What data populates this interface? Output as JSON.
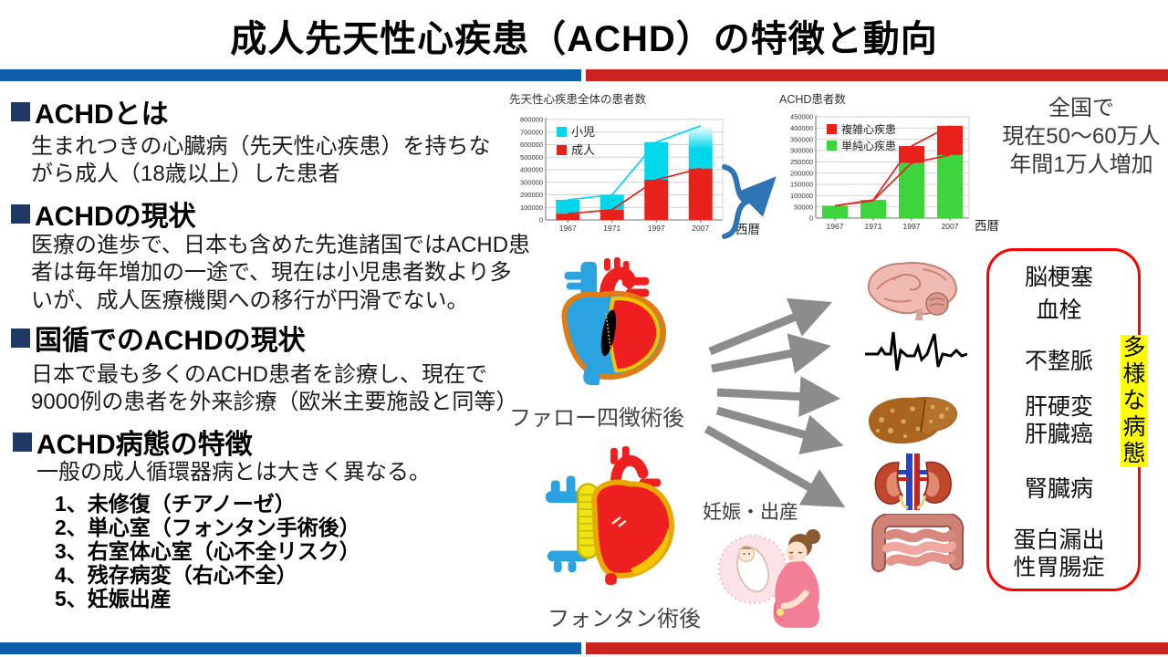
{
  "slide": {
    "title": "成人先天性心疾患（ACHD）の特徴と動向",
    "accent_blue": "#0c5fa8",
    "accent_red": "#c9241f",
    "bullet_color": "#1f3864"
  },
  "sections": [
    {
      "heading": "ACHDとは",
      "body": "生まれつきの心臓病（先天性心疾患）を持ちな\nがら成人（18歳以上）した患者"
    },
    {
      "heading": "ACHDの現状",
      "body": "医療の進歩で、日本も含めた先進諸国ではACHD患\n者は毎年増加の一途で、現在は小児患者数より多\nいが、成人医療機関への移行が円滑でない。"
    },
    {
      "heading": "国循でのACHDの現状",
      "body": "日本で最も多くのACHD患者を診療し、現在で\n9000例の患者を外来診療（欧米主要施設と同等）"
    },
    {
      "heading": "ACHD病態の特徴",
      "body": "一般の成人循環器病とは大きく異なる。"
    }
  ],
  "feature_list": [
    "1、未修復（チアノーゼ）",
    "2、単心室（フォンタン手術後）",
    "3、右室体心室（心不全リスク）",
    "4、残存病変（右心不全）",
    "5、妊娠出産"
  ],
  "national_stat": {
    "lines": [
      "全国で",
      "現在50～60万人",
      "年間1万人増加"
    ]
  },
  "chart_data": [
    {
      "type": "bar",
      "title": "先天性心疾患全体の患者数",
      "categories": [
        "1967",
        "1971",
        "1997",
        "2007"
      ],
      "series": [
        {
          "name": "成人",
          "color": "#e8211a",
          "values": [
            50000,
            80000,
            320000,
            410000
          ]
        },
        {
          "name": "小児",
          "color": "#00d7ea",
          "values": [
            110000,
            120000,
            300000,
            340000
          ]
        }
      ],
      "stacked": true,
      "lines": [
        {
          "color": "#00d7ea",
          "values": [
            160000,
            200000,
            620000,
            750000
          ]
        },
        {
          "color": "#e8211a",
          "values": [
            50000,
            80000,
            320000,
            410000
          ]
        }
      ],
      "ylim": [
        0,
        800000
      ],
      "ytick_step": 100000,
      "xlabel": "西暦",
      "legend_position": "top-left",
      "fade_top_last_bar": true
    },
    {
      "type": "bar",
      "title": "ACHD患者数",
      "categories": [
        "1967",
        "1971",
        "1997",
        "2007"
      ],
      "series": [
        {
          "name": "単純心疾患",
          "color": "#3ed43e",
          "values": [
            55000,
            78000,
            245000,
            280000
          ]
        },
        {
          "name": "複雑心疾患",
          "color": "#e8211a",
          "values": [
            0,
            2000,
            75000,
            130000
          ]
        }
      ],
      "stacked": true,
      "lines": [
        {
          "color": "#e8211a",
          "values": [
            55000,
            80000,
            320000,
            410000
          ]
        },
        {
          "color": "#e8211a",
          "values": [
            55000,
            78000,
            245000,
            280000
          ]
        }
      ],
      "ylim": [
        0,
        450000
      ],
      "ytick_step": 50000,
      "xlabel": "西暦",
      "legend_position": "top-left"
    }
  ],
  "image_labels": {
    "fallot": "ファロー四徴術後",
    "fontan": "フォンタン術後",
    "pregnancy": "妊娠・出産"
  },
  "outcomes_box": {
    "border_color": "#ff0000",
    "groups": [
      [
        "脳梗塞"
      ],
      [
        "血栓"
      ],
      [
        "不整脈"
      ],
      [
        "肝硬変",
        "肝臓癌"
      ],
      [
        "腎臓病"
      ],
      [
        "蛋白漏出",
        "性胃腸症"
      ]
    ]
  },
  "vertical_tag": {
    "text": "多様な病態",
    "bg": "#ffff00"
  },
  "icons": {
    "brain": "brain-icon",
    "ecg": "ecg-icon",
    "liver": "liver-icon",
    "kidneys": "kidneys-icon",
    "intestines": "intestines-icon",
    "fallot_heart": "fallot-heart-illustration",
    "fontan_heart": "fontan-heart-illustration",
    "pregnancy": "pregnancy-illustration",
    "brace_arrow": "brace-arrow-icon",
    "fanout_arrows": "fanout-arrows"
  }
}
